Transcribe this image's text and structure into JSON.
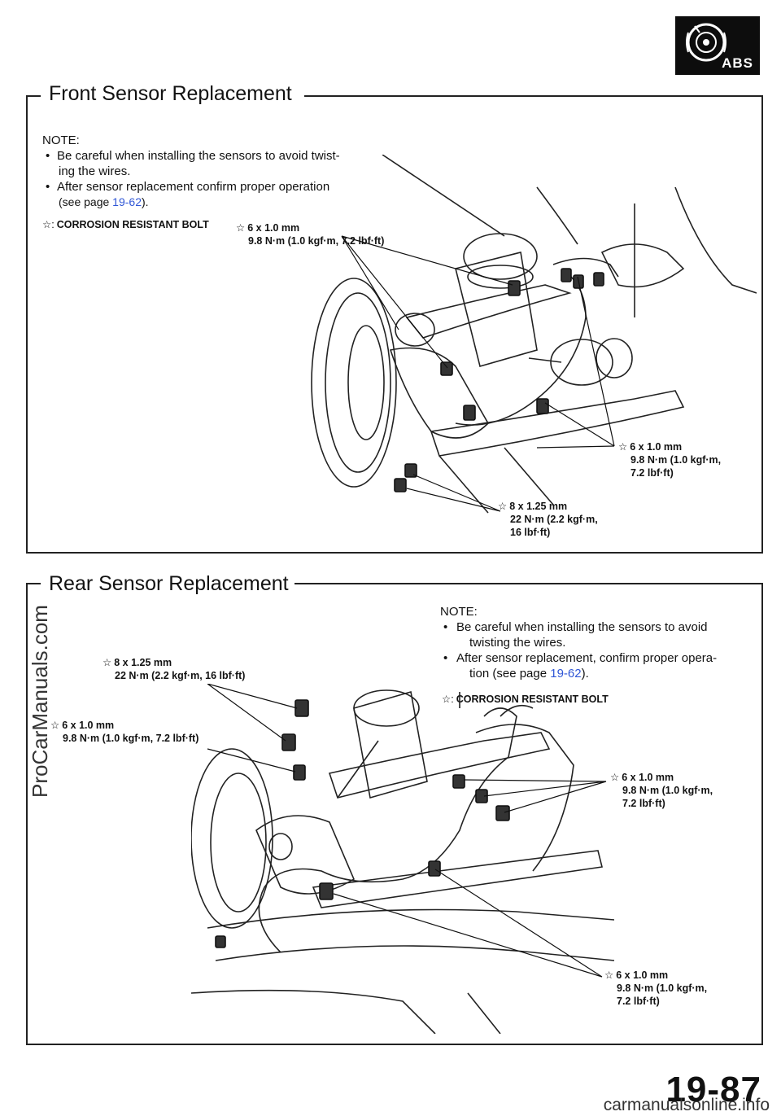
{
  "badge": {
    "label": "ABS"
  },
  "front": {
    "title": "Front Sensor Replacement",
    "note_heading": "NOTE:",
    "bullets": [
      {
        "text": "Be careful when installing the sensors to avoid twist-",
        "cont": "ing the wires."
      },
      {
        "text": "After sensor replacement confirm proper operation",
        "cont_prefix": "(see page ",
        "link": "19-62",
        "cont_suffix": ")."
      }
    ],
    "legend": "CORROSION RESISTANT BOLT",
    "specs": [
      {
        "l1": "6 x 1.0 mm",
        "l2": "9.8 N·m (1.0 kgf·m, 7.2 lbf·ft)"
      },
      {
        "l1": "6 x 1.0 mm",
        "l2": "9.8 N·m (1.0 kgf·m,",
        "l3": "7.2 lbf·ft)"
      },
      {
        "l1": "8 x 1.25 mm",
        "l2": "22 N·m (2.2 kgf·m,",
        "l3": "16 lbf·ft)"
      }
    ]
  },
  "rear": {
    "title": "Rear Sensor Replacement",
    "note_heading": "NOTE:",
    "bullets": [
      {
        "text": "Be careful when installing the sensors to avoid",
        "cont": "twisting the wires."
      },
      {
        "text": "After sensor replacement, confirm proper opera-",
        "cont_prefix": "tion (see page ",
        "link": "19-62",
        "cont_suffix": ")."
      }
    ],
    "legend": "CORROSION RESISTANT BOLT",
    "specs": [
      {
        "l1": "8 x 1.25 mm",
        "l2": "22 N·m (2.2 kgf·m, 16 lbf·ft)"
      },
      {
        "l1": "6 x 1.0 mm",
        "l2": "9.8 N·m (1.0 kgf·m, 7.2 lbf·ft)"
      },
      {
        "l1": "6 x 1.0 mm",
        "l2": "9.8 N·m (1.0 kgf·m,",
        "l3": "7.2 lbf·ft)"
      },
      {
        "l1": "6 x 1.0 mm",
        "l2": "9.8 N·m (1.0 kgf·m,",
        "l3": "7.2 lbf·ft)"
      }
    ]
  },
  "watermark": "ProCarManuals.com",
  "page_number": "19-87",
  "footer_site": "carmanualsonline.info"
}
